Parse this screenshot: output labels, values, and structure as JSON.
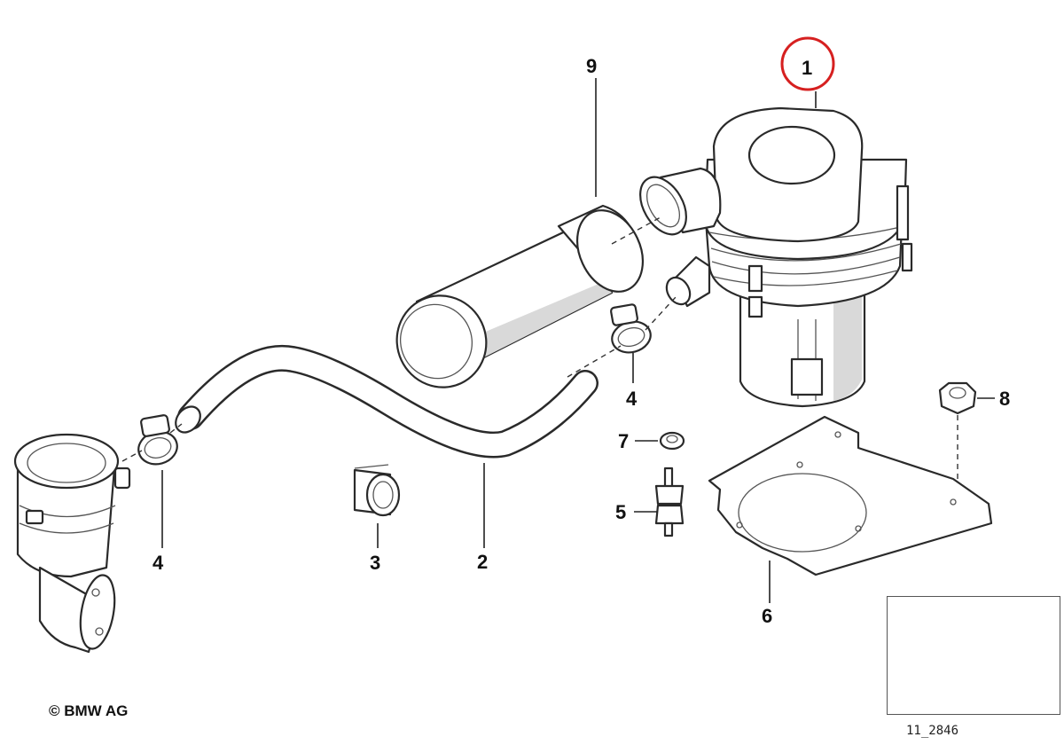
{
  "callouts": {
    "c1": "1",
    "c2": "2",
    "c3": "3",
    "c4a": "4",
    "c4b": "4",
    "c5": "5",
    "c6": "6",
    "c7": "7",
    "c8": "8",
    "c9": "9"
  },
  "highlight_color": "#d62020",
  "footer": {
    "copyright": "© BMW AG",
    "diagram_code": "11_2846"
  },
  "locator": {
    "marker_icon": "location-dot-icon"
  }
}
